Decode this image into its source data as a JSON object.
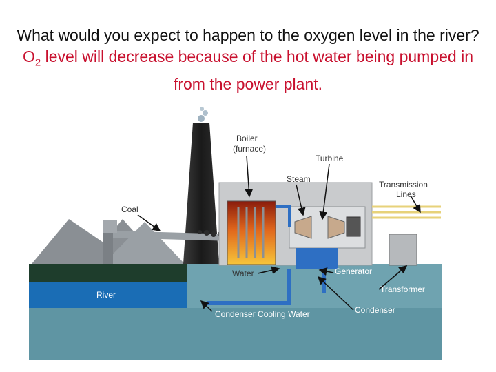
{
  "question": {
    "prompt": "What would you expect to happen to the oxygen level in the river?",
    "answer_pre": "O",
    "answer_sub": "2",
    "answer_post": " level will decrease because of the hot water being pumped in from the power plant."
  },
  "diagram": {
    "labels": {
      "boiler_line1": "Boiler",
      "boiler_line2": "(furnace)",
      "turbine": "Turbine",
      "steam": "Steam",
      "transmission_line1": "Transmission",
      "transmission_line2": "Lines",
      "coal": "Coal",
      "water": "Water",
      "generator": "Generator",
      "transformer": "Transformer",
      "river": "River",
      "condenser": "Condenser",
      "condenser_cooling_water": "Condenser Cooling Water"
    }
  }
}
